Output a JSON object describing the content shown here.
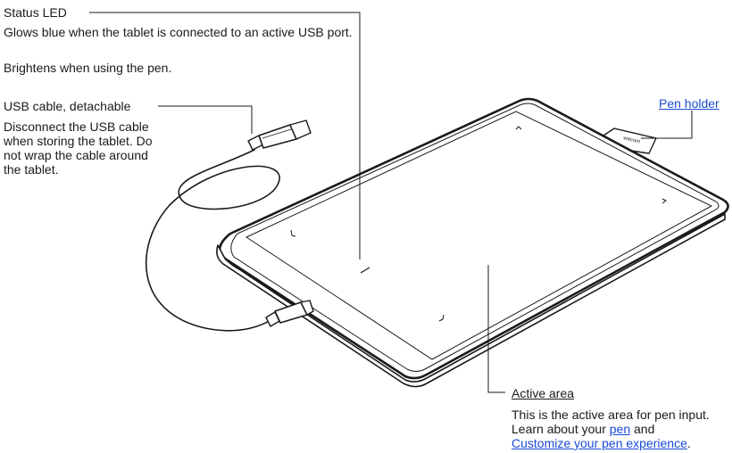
{
  "status_led": {
    "title": "Status LED",
    "desc1": "Glows blue when the tablet is connected to an active USB port.",
    "desc2": "Brightens when using the pen."
  },
  "usb_cable": {
    "title": "USB cable, detachable",
    "desc": "Disconnect the USB cable when storing the tablet. Do not wrap the cable around the tablet."
  },
  "pen_holder": {
    "title": "Pen holder"
  },
  "tablet": {
    "logo": "wacom"
  },
  "active_area": {
    "title": "Active area",
    "desc": "This is the active area for pen input.",
    "learn_prefix": "Learn about your",
    "pen_link": "pen",
    "and_text": "and",
    "customize_link": "Customize your pen experience",
    "period": "."
  },
  "colors": {
    "text": "#1a1a1a",
    "link": "#1a4bd6",
    "line": "#1a1a1a"
  }
}
